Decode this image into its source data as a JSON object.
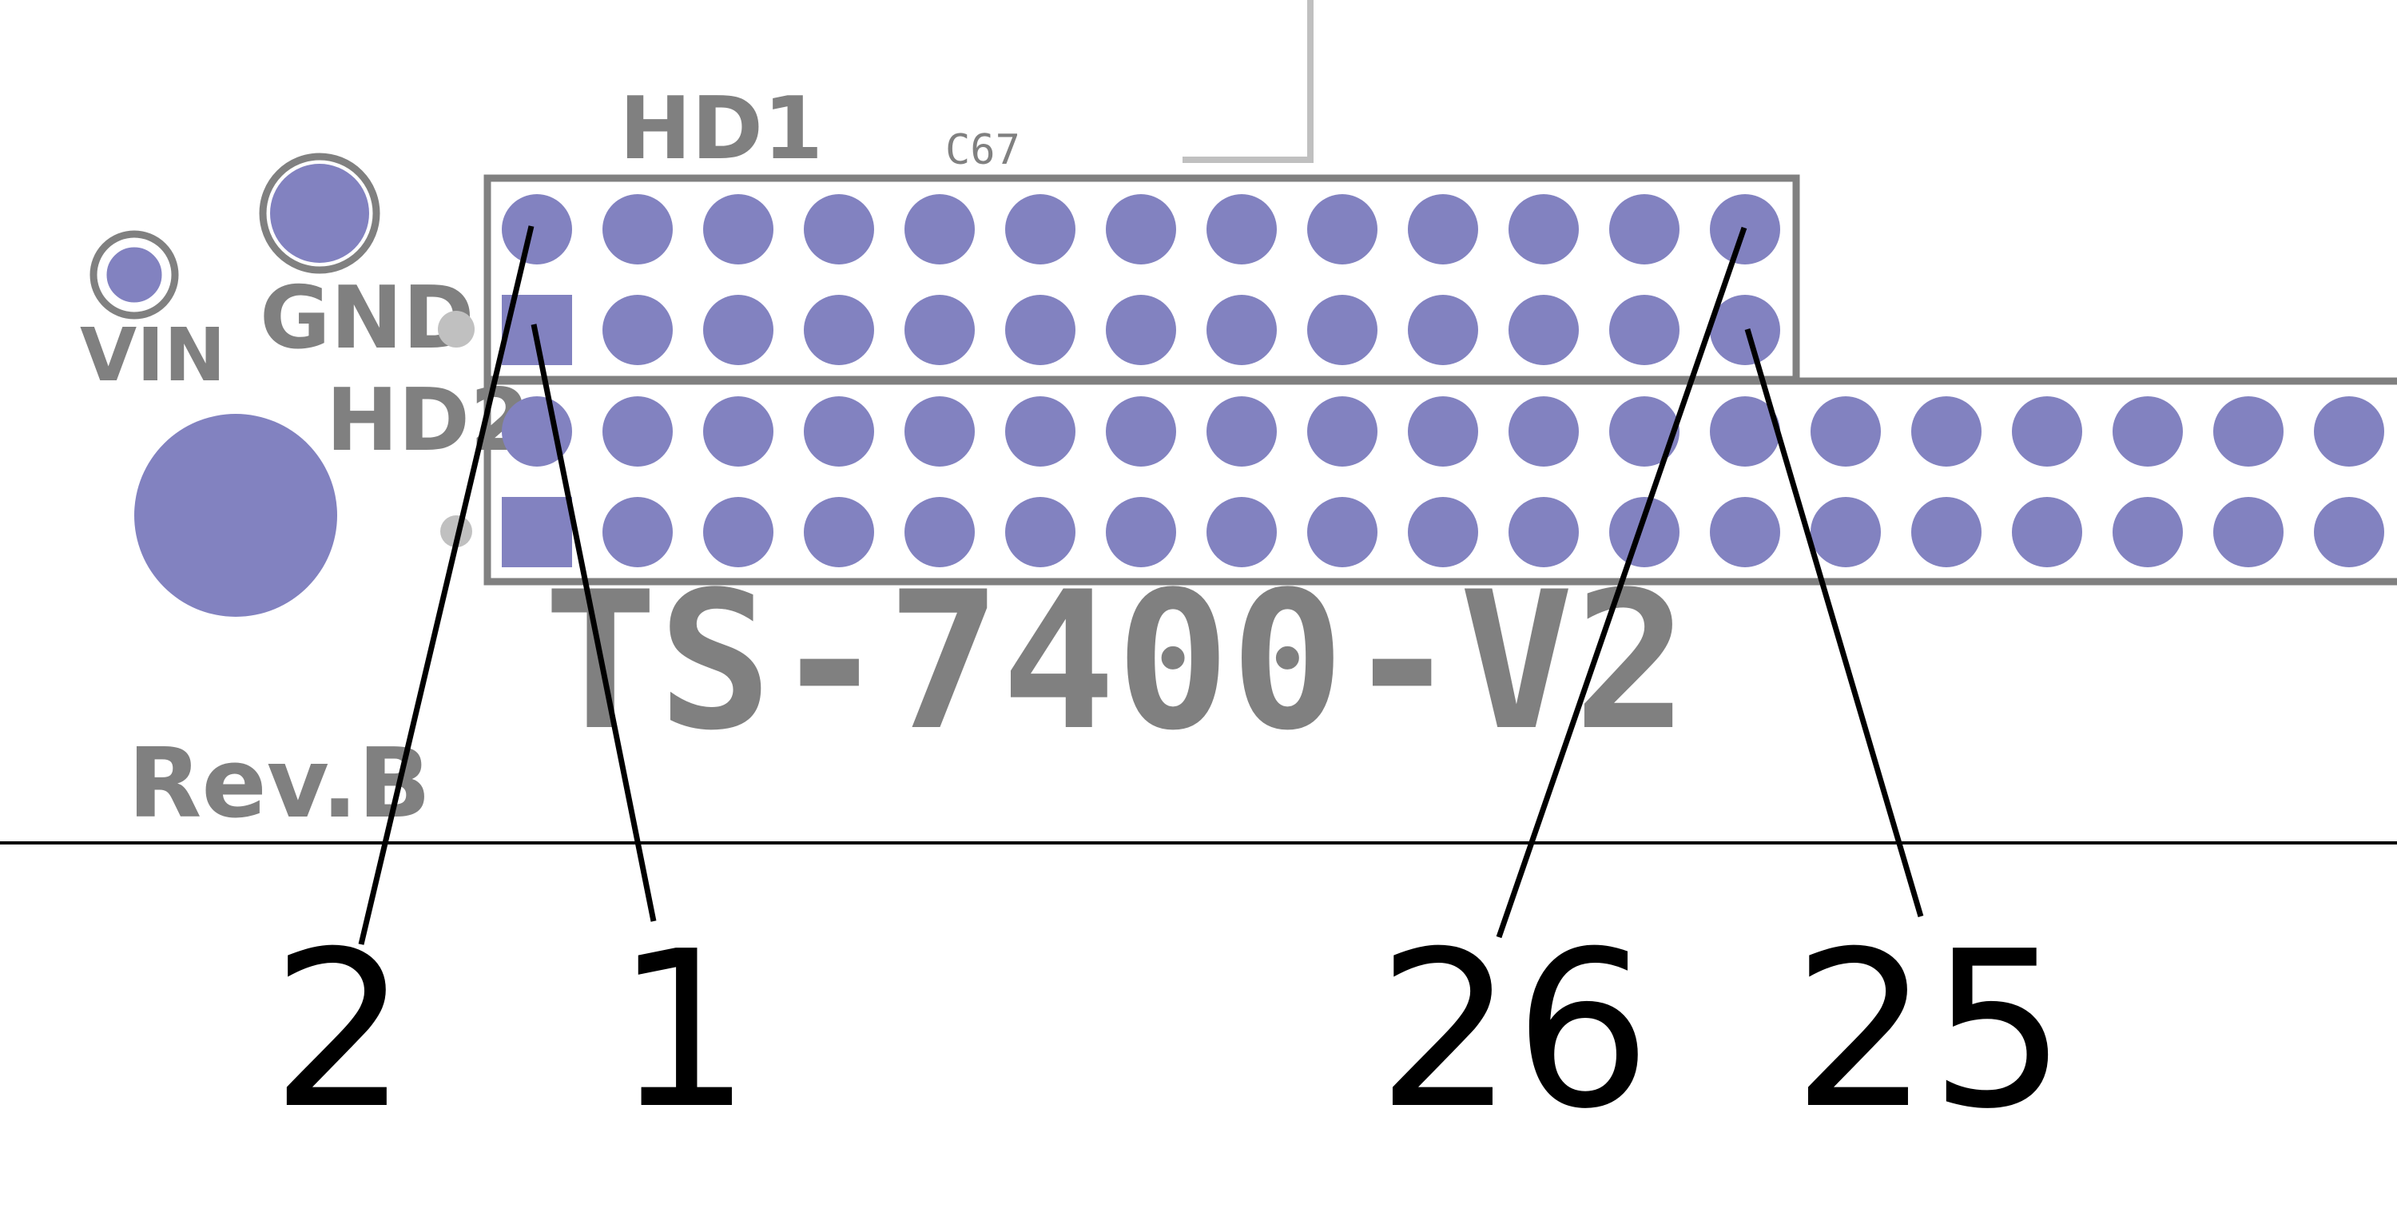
{
  "colors": {
    "pad": "#8282c0",
    "silkscreen": "#808080",
    "light_silkscreen": "#c0c0c0",
    "callout": "#000000",
    "background": "#ffffff"
  },
  "labels": {
    "hd1": "HD1",
    "c67": "C67",
    "gnd": "GND",
    "vin": "VIN",
    "hd2": "HD2",
    "board_name": "TS-7400-V2",
    "revision": "Rev.B"
  },
  "callouts": [
    {
      "id": "pin-2",
      "text": "2"
    },
    {
      "id": "pin-1",
      "text": "1"
    },
    {
      "id": "pin-26",
      "text": "26"
    },
    {
      "id": "pin-25",
      "text": "25"
    }
  ],
  "headers": {
    "hd1_columns": 13,
    "hd2_visible_columns": 19,
    "rows_per_header": 2
  }
}
